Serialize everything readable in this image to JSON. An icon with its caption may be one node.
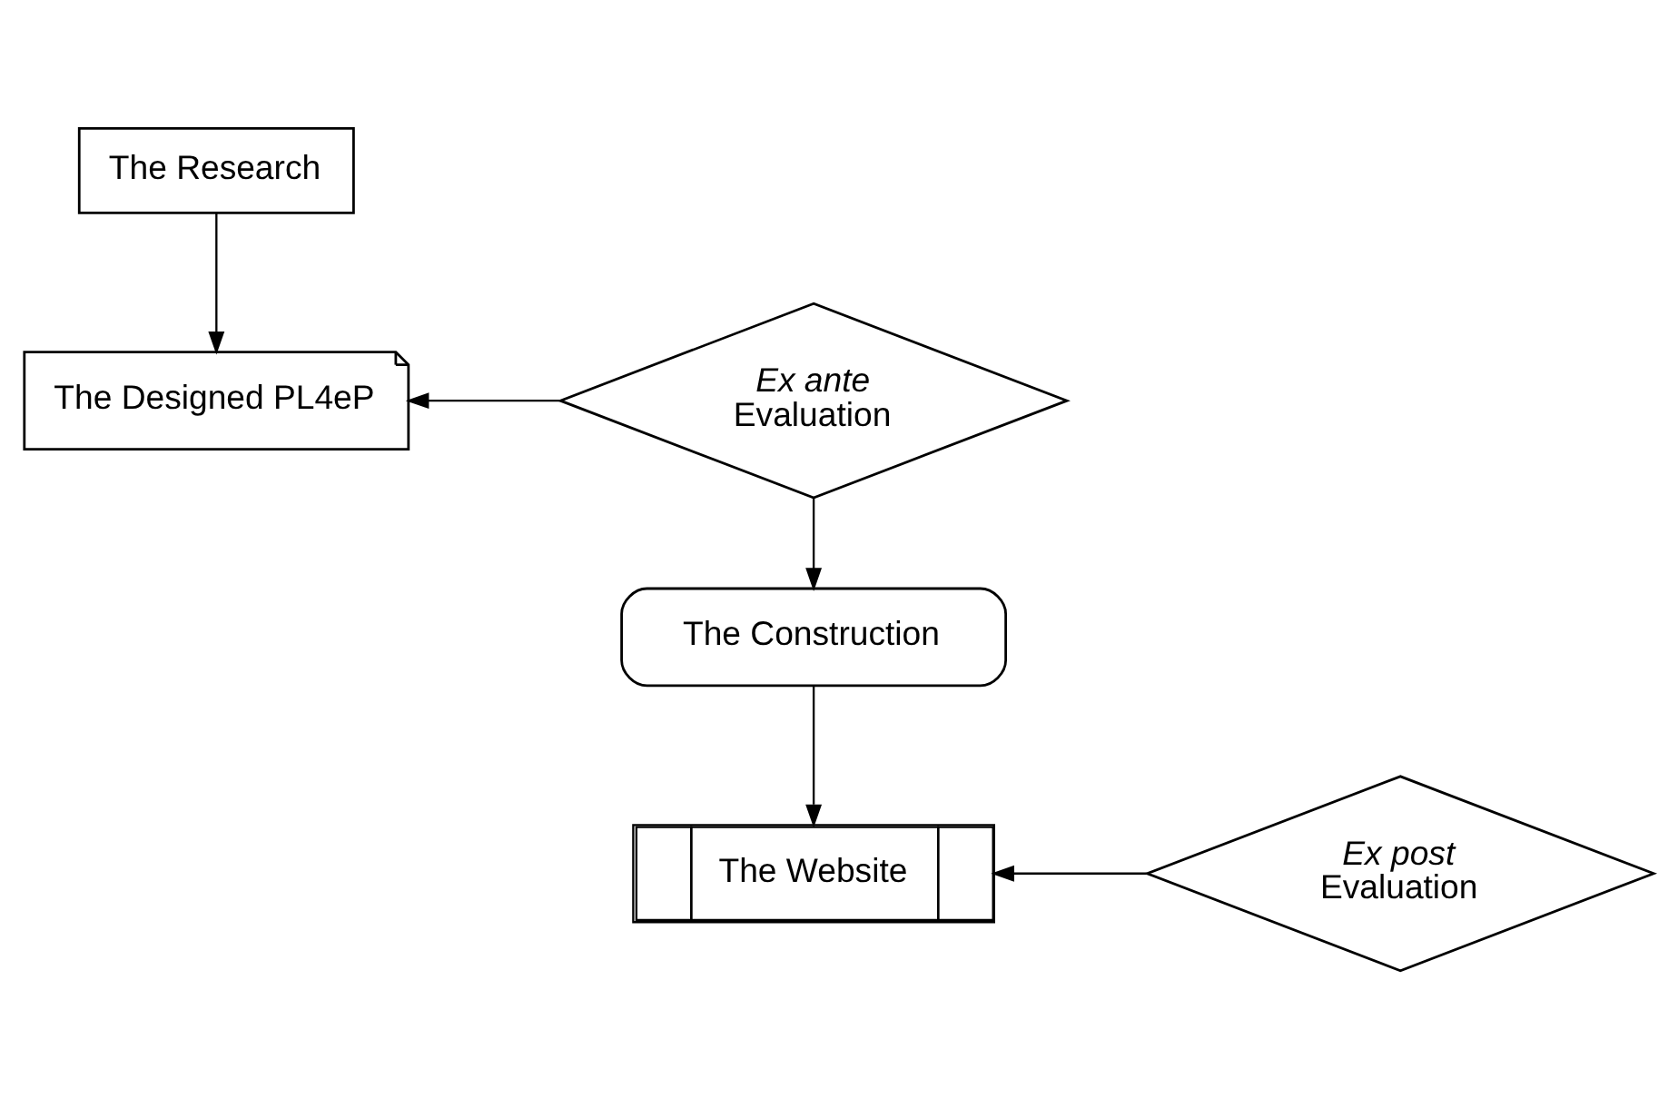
{
  "diagram": {
    "nodes": [
      {
        "text": [
          "The Research"
        ]
      },
      {
        "text": [
          "The Designed PL4eP"
        ]
      },
      {
        "text": [
          "*Ex ante* Evaluation"
        ]
      },
      {
        "text": [
          "The Construction"
        ]
      },
      {
        "text": [
          "The Website"
        ]
      },
      {
        "text": [
          "*Ex post* Evaluation"
        ]
      }
    ],
    "edges": [
      {
        "from": 0,
        "to": 1,
        "arrow": "to"
      },
      {
        "from": 2,
        "to": 1,
        "arrow": "to"
      },
      {
        "from": 2,
        "to": 3,
        "arrow": "to"
      },
      {
        "from": 3,
        "to": 4,
        "arrow": "to"
      },
      {
        "from": 5,
        "to": 4,
        "arrow": "to"
      }
    ]
  }
}
